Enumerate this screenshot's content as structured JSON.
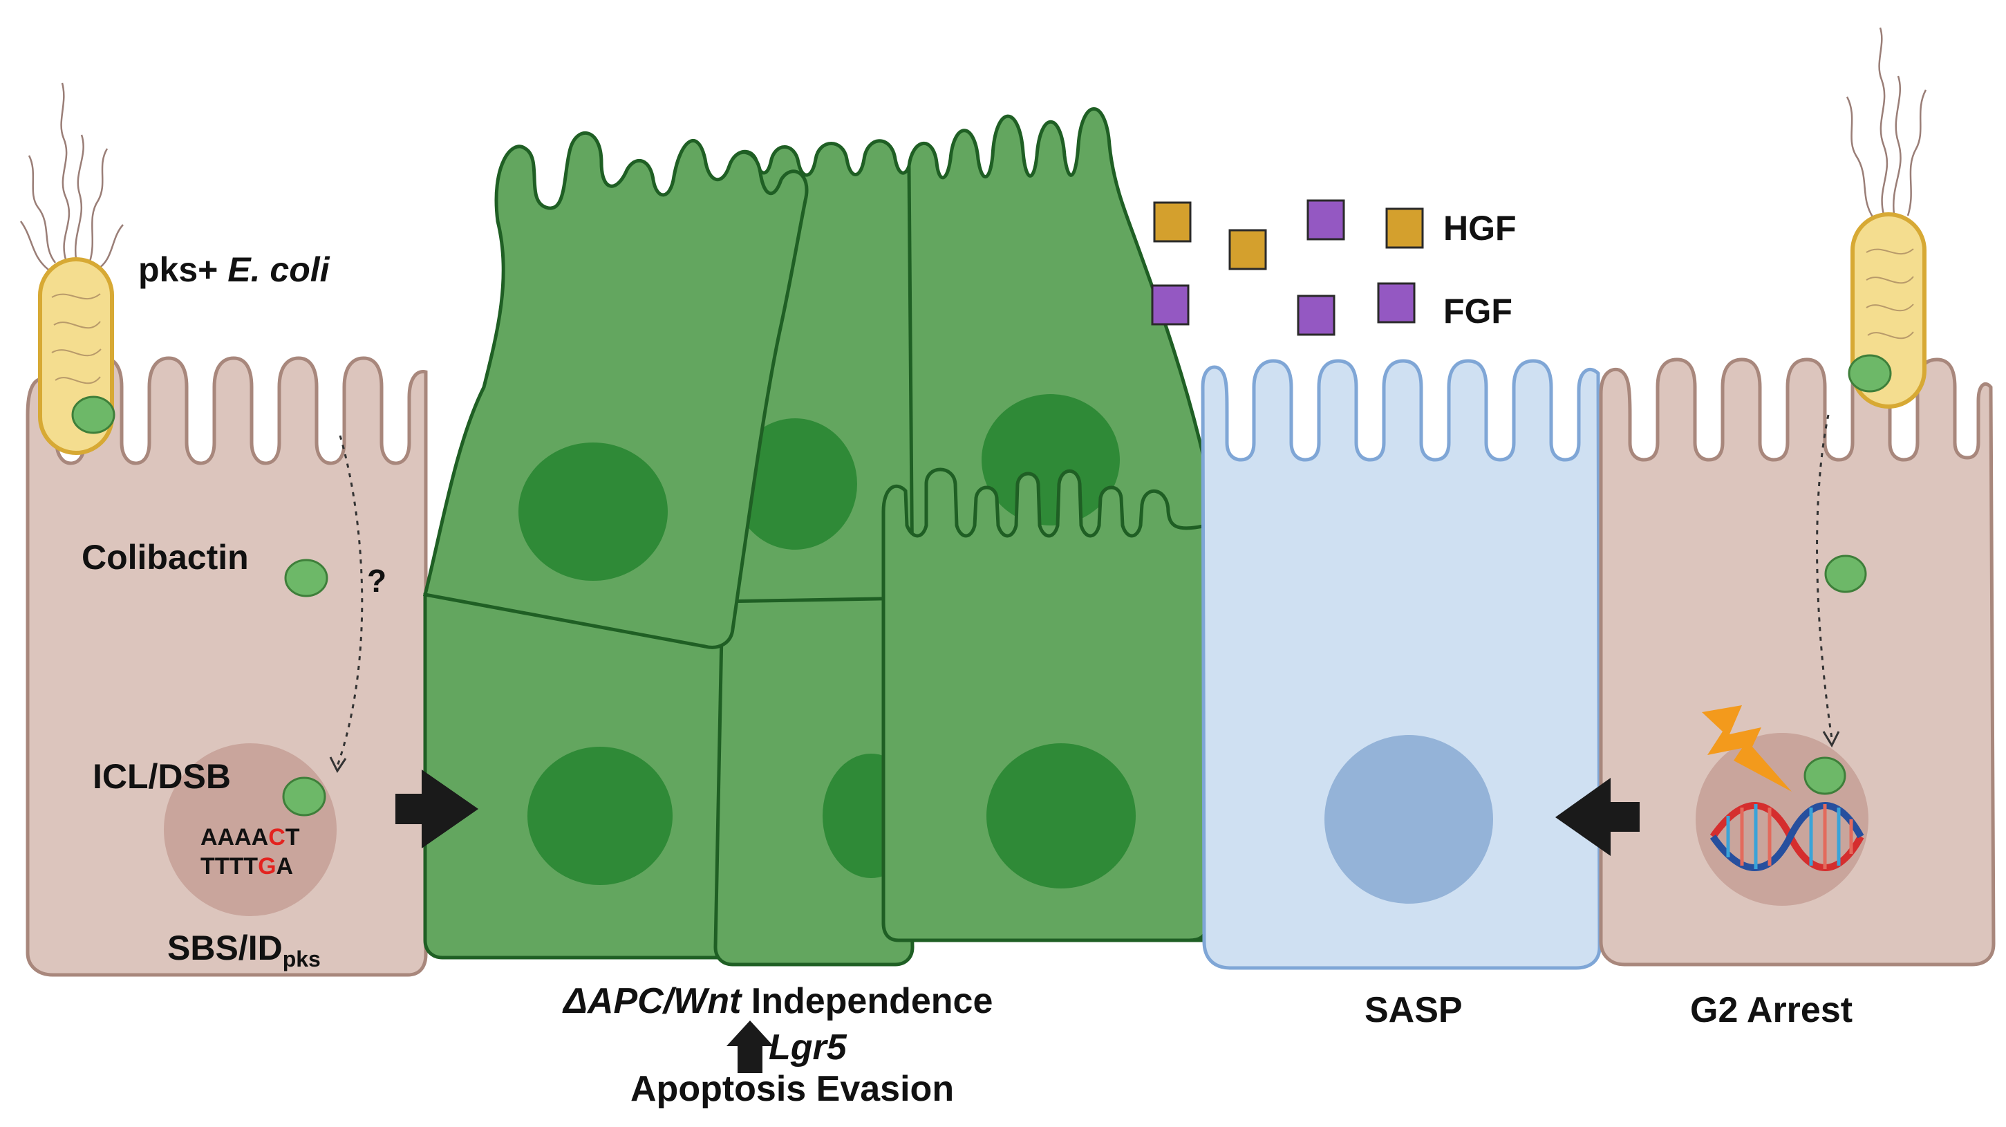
{
  "labels": {
    "ecoli_prefix": "pks+ ",
    "ecoli_species": "E. coli",
    "colibactin": "Colibactin",
    "question": "?",
    "icl_dsb": "ICL/DSB",
    "seq_top_a": "AAAA",
    "seq_top_mut": "C",
    "seq_top_end": "T",
    "seq_bot_a": "TTTT",
    "seq_bot_mut": "G",
    "seq_bot_end": "A",
    "sbs_main": "SBS/ID",
    "sbs_sub": "pks",
    "hgf": "HGF",
    "fgf": "FGF",
    "apc_wnt": "ΔAPC/Wnt",
    "independence": " Independence",
    "lgr5": "Lgr5",
    "apoptosis": "Apoptosis Evasion",
    "sasp": "SASP",
    "g2": "G2 Arrest"
  },
  "colors": {
    "normal_cell": "#dcc5bd",
    "normal_stroke": "#a8877c",
    "nucleus": "#c9a59c",
    "tumor_cell": "#63a65f",
    "tumor_stroke": "#1f5f24",
    "tumor_nucleus": "#2f8a37",
    "senescent_cell": "#cfe0f2",
    "senescent_stroke": "#7fa6d6",
    "senescent_nucleus": "#94b3d8",
    "hgf_square": "#d4a02d",
    "fgf_square": "#9458c2",
    "mutation_red": "#e3231f",
    "colibactin_green": "#6db868",
    "bacterium_yellow": "#f4dd8f",
    "lightning": "#f39a1c"
  },
  "icons": {
    "bacterium": "rod-shaped-bacterium-icon",
    "dna": "dna-double-helix-icon",
    "lightning": "lightning-bolt-icon",
    "arrow": "block-arrow-icon",
    "up_arrow": "up-arrow-icon"
  }
}
